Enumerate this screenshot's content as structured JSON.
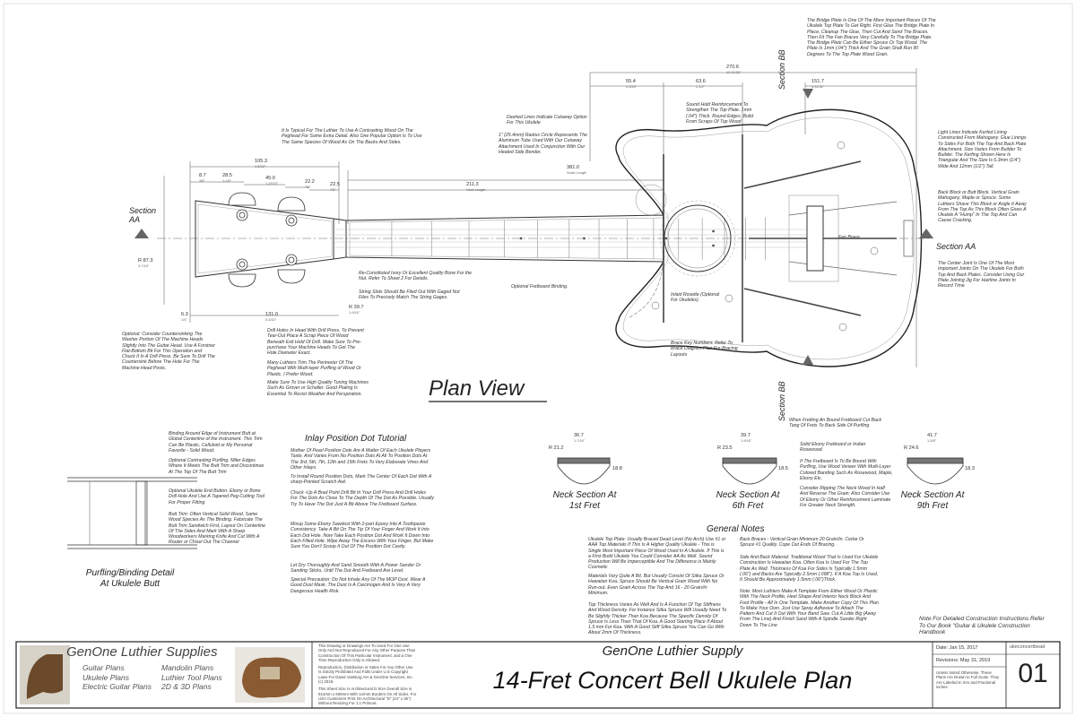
{
  "plan_view_title": "Plan View",
  "sections": {
    "aa_left": "Section AA",
    "aa_right": "Section AA",
    "bb_top": "Section BB",
    "bb_bottom": "Section BB"
  },
  "dimensions": {
    "d270": {
      "mm": "270.6",
      "in": "10-21/32\""
    },
    "d151": {
      "mm": "151.7",
      "in": "5-31/32\""
    },
    "d55": {
      "mm": "55.4",
      "in": "2-3/16\""
    },
    "d63": {
      "mm": "63.6",
      "in": "2-1/2\""
    },
    "d105": {
      "mm": "105.3",
      "in": "4-5/32\""
    },
    "d45": {
      "mm": "45.0",
      "in": "1-25/32\""
    },
    "d28": {
      "mm": "28.5",
      "in": "1-1/8\""
    },
    "d8": {
      "mm": "8.7",
      "in": "3/8\""
    },
    "d22a": {
      "mm": "22.2",
      "in": "7/8\""
    },
    "d22b": {
      "mm": "22.5",
      "in": "7/8\""
    },
    "d211": {
      "mm": "211.3",
      "in": "Neck Length"
    },
    "d381": {
      "mm": "381.0",
      "in": "Scale Length"
    },
    "d131": {
      "mm": "131.0",
      "in": "5-5/32\""
    },
    "d39": {
      "mm": "R 39.7",
      "in": "1-9/16\""
    },
    "d87": {
      "mm": "R 87.3",
      "in": "3-7/16\""
    },
    "d6": {
      "mm": "6.3",
      "in": "1/4\""
    }
  },
  "notes": {
    "bridge_plate": "The Bridge Plate Is One Of The More Important Pieces Of The Ukulele Top Plate To Get Right. First Glue The Bridge Plate In Place, Cleanup The Glue, Then Cut And Sand The Braces. Then Fit The Fan Braces Very Carefully To The Bridge Plate. The Bridge Plate Can Be Either Spruce Or Top Wood. The Plate Is 1mm (.04\") Thick And The Grain Shall Run 90 Degrees To The Top Plate Wood Grain.",
    "contrasting_wood": "It Is Typical For The Luthier To Use A Contrasting Wood On The Peghead For Some Extra Detail. Also One Popular Option Is To Use The Same Species Of Wood As On The Backs And Sides.",
    "dashed_lines": "Dashed Lines Indicate Cutaway Option For This Ukulele",
    "radius_circle": "1\" (25.4mm) Radius Circle Represents The Aluminum Tube Used With Our Cutaway Attachment Used In Conjunction With Our Heated Side Bender.",
    "sound_hold": "Sound Hold Reinforcement To Strengthen The Top Plate. 1mm (.04\") Thick. Round Edges. Build From Scraps Of Top Wood",
    "light_lines": "Light Lines Indicate Kerfed Lining Constructed From Mahogany. Glue Linings To Sides For Both The Top And Back Plate Attachment. Size Varies From Builder To Builder. The Kerfing Shown Here Is Triangular And The Size Is 6.3mm (1/4\") Wide And 12mm (1/2\") Tall.",
    "back_block": "Back Block or Butt Block. Vertical Grain Mahogany, Maple or Spruce. Some Luthiers Shave This Block or Angle It Away From The Top As This Block Often Gives A Ukulele A \"Hump\" In The Top And Can Cause Cracking.",
    "center_joint": "The Center Joint Is One Of The Most Important Joints On The Ukulele For Both Top And Back Plates. Consider Using Our Plate Joining Jig For Hairline Joints In Record Time",
    "countersink": "Optional: Consider Countersinking The Washer Portion Of The Machine Heads Slightly Into The Guitar Head. Use A Forstner Flat-Bottom Bit For This Operation and Chuck It In A Drill Press. Be Sure To Drill The Countersink Before The Hole For The Machine Head Posts.",
    "drill_holes": "Drill Holes In Head With Drill Press. To Prevent Tear-Out Place A Scrap Piece Of Wood Beneath Exit Hold Of Drill. Make Sure To Pre-purchase Your Machine Heads To Get The Hole Diameter Exact.",
    "trim_perimeter": "Many Luthiers Trim The Perimeter Of The Peghead With Multi-layer Purfling of Wood Or Plastic. I Prefer Wood.",
    "tuning_machines": "Make Sure To Use High Quality Tuning Machines Such As Grover or Schaller. Good Plating Is Essential To Resist Weather And Perspiration.",
    "nut": "Re-Constituted Ivory Or Excellent Quality Bone For the Nut. Refer To Sheet 2 For Details.",
    "string_slots": "String Slots Should Be Filed Out With Gaged Nut Files To Precisely Match The String Gages.",
    "fretboard_binding": "Optional Fretboard Binding.",
    "inlaid_rosette": "Inlaid Rosette (Optional For Ukuleles)",
    "brace_keys": "Brace Key Numbers. Refer To Brace Diagram Plan For Bracing Layouts",
    "fan_brace": "Fan Brace"
  },
  "purfling": {
    "title_line1": "Purfling/Binding Detail",
    "title_line2": "At Ukulele Butt",
    "notes": [
      "Binding Around Edge of Instrument Butt at Global Centerline of the Instrument. This Trim Can Be Plastic, Celluloid or My Personal Favorite - Solid Wood.",
      "Optional Contrasting Purfling. Miter Edges Where It Meets The Butt Trim and Discontinue At The Top Of The Butt Trim",
      "Optional Ukulele End Button. Ebony or Bone Drill Hole And Use A Tapered Peg-Cutting Tool For Proper Fitting",
      "Butt Trim: Often Vertical Solid Wood, Same Wood Species As The Binding. Fabricate The Butt Trim Sandwich First, Layout On Centerline Of The Sides And Mark With A Sharp Woodworkers Marking Knife And Cut With A Router or Chisel Out The Channel"
    ]
  },
  "inlay": {
    "title": "Inlay Position Dot Tutorial",
    "paragraphs": [
      "Mother Of Pearl Position Dots Are A Matter Of Each Ukulele Players Taste. And Varies From No Position Dots At All To Position Dots At The 3rd, 5th, 7th, 12th and 15th Frets To Very Elaborate Vines And Other Inlays.",
      "To Install Round Position Dots, Mark The Center Of Each Dot With A sharp-Pointed Scratch Awl.",
      "Chuck -Up A Brad Point Drill Bit In Your Drill Press And Drill Holes For The Dots As Close To The Depth Of The Dot As Possible. Usually Try To Have The Dot Just A Bit Above The Fretboard Surface.",
      "Mixup Some Ebony Sawdust With 2-part Epoxy Into A Toothpaste Consistency. Take A Bit On The Tip Of Your Finger And Work It Into Each Dot Hole. Now Take Each Position Dot And Work It Down Into Each Filled Hole. Wipe Away The Excess With Your Finger, But Make Sure You Don't Scoop It Out Of The Position Dot Cavity.",
      "Let Dry Thoroughly And Sand Smooth With A Power Sander Or Sanding Sticks, Until The Dot And Fretboard Are Level.",
      "Special Precaution: Do Not Inhale Any Of The MOP Dust. Wear A Good Dust Mask. The Dust Is A Carcinogen And Is Very A Very Dangerous Health Risk."
    ]
  },
  "neck_sections": [
    {
      "label1": "Neck Section At",
      "label2": "1st Fret",
      "w": "36.7",
      "win": "1-7/16\"",
      "r": "R 21.2",
      "h": "18.8"
    },
    {
      "label1": "Neck Section At",
      "label2": "6th Fret",
      "w": "39.7",
      "win": "1-9/16\"",
      "r": "R 23.5",
      "h": "18.5"
    },
    {
      "label1": "Neck Section At",
      "label2": "9th Fret",
      "w": "41.7",
      "win": "1-5/8\"",
      "r": "R 24.6",
      "h": "18.3"
    }
  ],
  "fretboard_notes": [
    "When Fretting An Bound Fretboard Cut Back Tang Of Frets To Back Side Of Purfling",
    "Solid Ebony Fretboard or Indian Rosewood.",
    "If The Fretboard Is To Be Bound With Purfling, Use Wood Veneer With Multi-Layer Colored Banding Such As Rosewood, Maple, Ebony Etc.",
    "Consider Ripping The Neck Wood In Half And Reverse The Grain; Also Consider Use Of Ebony Or Other Reinforcement Laminate For Greater Neck Strength."
  ],
  "general_notes": {
    "title": "General Notes",
    "left": [
      "Ukulele Top Plate: Usually Braced Dead Level (No Arch) Use #1 or AAA Top Materials If This Is A Higher Quality Ukulele - This is Single Most Important Piece Of Wood Used In A Ukulele. If This is a First Build Ukulele You Could Consider AA As Well. Sound Production Will Be Imperceptible And The Difference is Mainly Cosmetic",
      "Materials Vary Quite A Bit, But Usually Consist Of Sitka Spruce Or Hawaiian Koa. Spruce Should Be Vertical Grain Wood With No Run-out. Even Grain Across The Top And 16 - 20 Grain/In Minimum.",
      "Top Thickness Varies As Well And Is A Function Of Top Stiffness And Wood Density. For Instance Sitka Spruce Will Usually Need To Be Slightly Thicker Than Koa Because The Specific Density Of Spruce Is Less Than That Of Koa. A Good Starting Place If About 1.5 mm For Koa. With A Good Stiff Sitka Spruce You Can Go With About 2mm Of Thickness."
    ],
    "right": [
      "Back Braces - Vertical Grain Minimum 20 Grain/In. Cedar Or Spruce #1 Quality. Cope Out Ends Of Bracing.",
      "Side And Back Material: Traditional Wood That Is Used For Ukulele Construction Is Hawaiian Koa. Often Koa Is Used For The Top Plate As Well. Thickness Of Koa For Sides Is Typically 1.5mm (.06\") and Backs Are Typically 2.5mm (.098\"). If A Koa Top Is Used, It Should Be Approximately 1.5mm (.06\")Thick.",
      "Note: Most Luthiers Make A Template From Either Wood Or Plastic With The Neck Profile, Heel Shape And Interior Neck Block And Foot Profile - All In One Template. Make Another Copy Of This Plan To Make Your Own. Just Use Spray Adhesive To Attach The Pattern And Cut It Out With Your Band Saw. Cut A Little Big (Away From The Line) And Finish Sand With A Spindle Sander Right Down To The Line"
    ]
  },
  "construction_note": "Note For Detailed Construction Instructions Refer To Our Book \"Guitar & Ukulele Construction Handbook",
  "title_block": {
    "company": "GenOne Luthier Supplies",
    "links_left": [
      "Guitar Plans",
      "Ukulele Plans",
      "Electric Guitar Plans"
    ],
    "links_right": [
      "Mandolin Plans",
      "Luthier Tool Plans",
      "2D & 3D Plans"
    ],
    "copyright": [
      "This Drawing or Drawings Are To Used For One Use Only And Not Reproduced For Any Other Purpose Than Construction Of This Particular Instrument, and a One Time Reproduction Only is Allowed.",
      "Reproduction, Distribution or Sales For Any Other Use Is Strictly Prohibited And Falls Under U.S Copyright Laws For David VanBurg AIA & GenOne Services, Inc. (c) 2019.",
      "This Sheet Size Is Architectural D Size Overall Size is 914mm x 609mm With 1e/mm Borders On All Sides. For USA Customers Print On Architectural \"D\" (24\" x 36\") Without Resizing For 1:1 Printout."
    ],
    "subtitle": "GenOne Luthier Supply",
    "title": "14-Fret Concert Bell Ukulele Plan",
    "date": "Date: Jan 15, 2017",
    "revisions": "Revisions: May 31, 2019",
    "units_note": "Unless Noted Otherwise, These Plans Are Drawn to Full Scale. They Are Labeled In mm and Fractional inches",
    "file": "ukeconcertbead",
    "sheet": "01"
  }
}
